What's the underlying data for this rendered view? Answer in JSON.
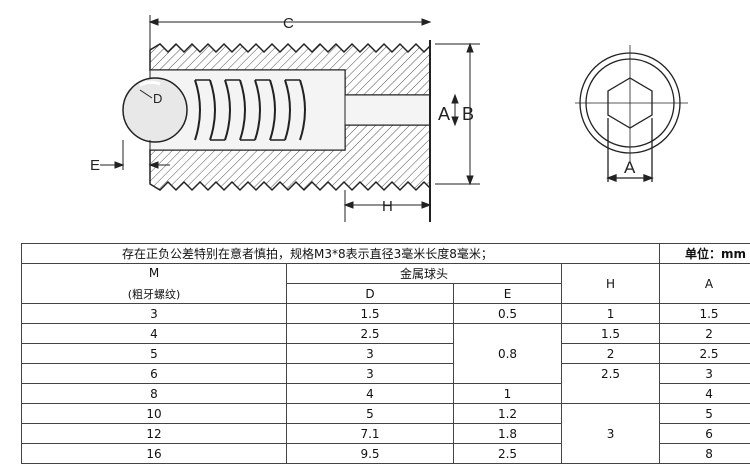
{
  "drawing": {
    "labels": {
      "c": "C",
      "d": "D",
      "e": "E",
      "a": "A",
      "b": "B",
      "h": "H",
      "a_end": "A"
    }
  },
  "table": {
    "note": "存在正负公差特别在意者慎拍，规格M3*8表示直径3毫米长度8毫米；",
    "unit": "单位：mm",
    "headers": {
      "m": "M",
      "m_sub": "(粗牙螺纹)",
      "ball": "金属球头",
      "d": "D",
      "e": "E",
      "h": "H",
      "a": "A"
    },
    "rows": [
      {
        "m": "3",
        "d": "1.5",
        "e": "0.5",
        "h": "1",
        "a": "1.5"
      },
      {
        "m": "4",
        "d": "2.5",
        "a": "2",
        "h": "1.5"
      },
      {
        "m": "5",
        "d": "3",
        "a": "2.5",
        "h": "2"
      },
      {
        "m": "6",
        "d": "3",
        "a": "3"
      },
      {
        "m": "8",
        "d": "4",
        "e": "1",
        "a": "4"
      },
      {
        "m": "10",
        "d": "5",
        "e": "1.2",
        "a": "5"
      },
      {
        "m": "12",
        "d": "7.1",
        "e": "1.8",
        "a": "6"
      },
      {
        "m": "16",
        "d": "9.5",
        "e": "2.5",
        "a": "8"
      }
    ],
    "merged": {
      "e_4_6": "0.8",
      "h_6_8": "2.5",
      "h_8_16": "3"
    }
  }
}
